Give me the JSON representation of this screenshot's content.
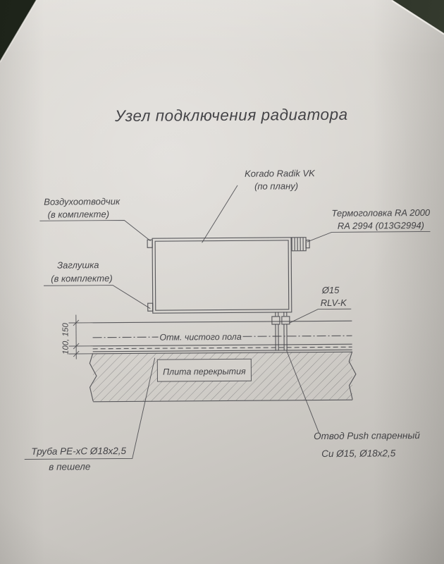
{
  "title": "Узел подключения радиатора",
  "annotations": {
    "radiator": {
      "line1": "Korado Radik VK",
      "line2": "(по плану)"
    },
    "air_vent": {
      "line1": "Воздухоотводчик",
      "line2": "(в комплекте)"
    },
    "thermo_head": {
      "line1": "Термоголовка RA 2000",
      "line2": "RA 2994 (013G2994)"
    },
    "plug": {
      "line1": "Заглушка",
      "line2": "(в комплекте)"
    },
    "lockshield_valve": {
      "line1": "Ø15",
      "line2": "RLV-K"
    },
    "floor_level": "Отм. чистого пола",
    "slab": "Плита перекрытия",
    "pipe": {
      "line1": "Труба PE-хС Ø18х2,5",
      "line2": "в пешеле"
    },
    "elbow": {
      "line1": "Отвод Push спаренный",
      "line2": "Cu Ø15, Ø18х2,5"
    },
    "dimension": "100, 150"
  },
  "colors": {
    "ink": "#48484c",
    "paper": "#d8d5d0",
    "background": "#2a3025"
  }
}
